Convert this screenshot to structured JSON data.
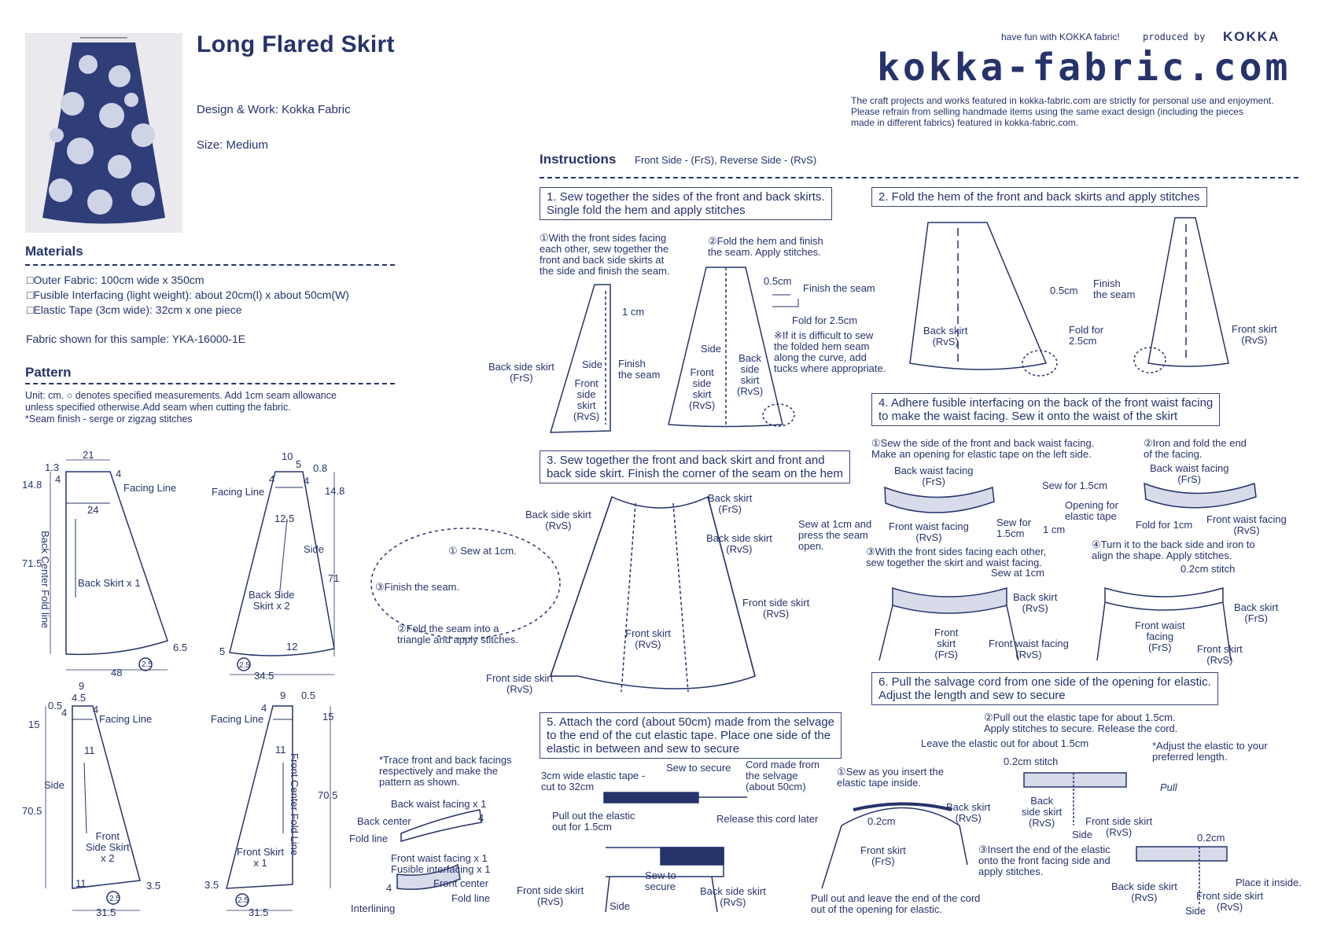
{
  "header": {
    "title": "Long Flared Skirt",
    "design": "Design & Work: Kokka Fabric",
    "size": "Size:  Medium",
    "tagline": "have fun with KOKKA fabric!",
    "produced_by": "produced by",
    "brand": "KOKKA",
    "logo": "kokka-fabric.com",
    "notice": "The craft projects and works featured in kokka-fabric.com are strictly for personal use and enjoyment.\nPlease refrain from selling handmade items using the same exact design (including the pieces\nmade in different fabrics) featured in kokka-fabric.com."
  },
  "materials": {
    "heading": "Materials",
    "items": [
      "□Outer Fabric: 100cm wide x 350cm",
      "□Fusible Interfacing (light weight): about 20cm(l) x about 50cm(W)",
      "□Elastic Tape (3cm wide): 32cm x one piece"
    ],
    "fabric_sample": "Fabric shown for this sample: YKA-16000-1E"
  },
  "pattern": {
    "heading": "Pattern",
    "note": "Unit: cm. ○ denotes specified measurements. Add 1cm seam allowance\nunless specified otherwise.Add seam when cutting the fabric.\n*Seam finish - serge or zigzag stitches",
    "back_skirt": {
      "label": "Back Skirt x 1",
      "fold": "Back Center Fold line",
      "facing": "Facing Line",
      "d21": "21",
      "d13": "1.3",
      "d4a": "4",
      "d4b": "4",
      "d148": "14.8",
      "d24": "24",
      "d715": "71.5",
      "d65": "6.5",
      "d48": "48",
      "d25": "2.5"
    },
    "back_side": {
      "label": "Back Side\nSkirt x 2",
      "facing": "Facing Line",
      "side": "Side",
      "d10": "10",
      "d5": "5",
      "d08": "0.8",
      "d4a": "4",
      "d4b": "4",
      "d148": "14.8",
      "d125": "12.5",
      "d71": "71",
      "d5b": "5",
      "d12": "12",
      "d345": "34.5",
      "d25": "2.5"
    },
    "front_side": {
      "label": "Front\nSide Skirt\nx 2",
      "facing": "Facing Line",
      "side": "Side",
      "d9": "9",
      "d45": "4.5",
      "d05": "0.5",
      "d4a": "4",
      "d4b": "4",
      "d15": "15",
      "d11": "11",
      "d705": "70.5",
      "d11b": "11",
      "d35": "3.5",
      "d315": "31.5",
      "d25": "2.5"
    },
    "front_skirt": {
      "label": "Front Skirt\nx 1",
      "facing": "Facing Line",
      "fold": "Front Center Fold Line",
      "d9": "9",
      "d05": "0.5",
      "d4": "4",
      "d15": "15",
      "d11": "11",
      "d705": "70.5",
      "d35": "3.5",
      "d315": "31.5",
      "d25": "2.5"
    },
    "facings": {
      "trace_note": "*Trace front and back facings\nrespectively and make the\npattern as shown.",
      "back_waist": "Back waist facing x 1",
      "back_center": "Back center",
      "fold_line": "Fold line",
      "d4": "4",
      "front_waist": "Front waist facing x 1\nFusible interfacing x 1",
      "front_center": "Front center",
      "fold_line2": "Fold line",
      "interlining": "Interlining",
      "d4b": "4"
    }
  },
  "instructions": {
    "heading": "Instructions",
    "legend": "Front Side - (FrS), Reverse Side - (RvS)",
    "step1": {
      "title": "1. Sew together the sides of the front and back skirts.\nSingle fold the hem and apply stitches",
      "a": "①With the front sides facing\neach other, sew together the\nfront and back side skirts at\nthe side and finish the seam.",
      "b": "②Fold the hem and finish\nthe seam. Apply stitches.",
      "one_cm": "1 cm",
      "back_side_skirt": "Back side skirt\n(FrS)",
      "side": "Side",
      "finish": "Finish\nthe seam",
      "front_side_skirt": "Front\nside\nskirt\n(RvS)",
      "side2": "Side",
      "front_side_skirt2": "Front\nside\nskirt\n(RvS)",
      "back_side_skirt2": "Back\nside\nskirt\n(RvS)",
      "half_cm": "0.5cm",
      "finish2": "Finish the seam",
      "fold25": "Fold for 2.5cm",
      "note": "※If it is difficult to sew\nthe folded hem seam\nalong the curve, add\ntucks where appropriate."
    },
    "step2": {
      "title": "2. Fold the hem of the front and back skirts and apply stitches",
      "back_skirt": "Back skirt\n(RvS)",
      "half_cm": "0.5cm",
      "finish": "Finish\nthe seam",
      "fold": "Fold for\n2.5cm",
      "front_skirt": "Front skirt\n(RvS)"
    },
    "step3": {
      "title": "3. Sew together the front and back skirt and front and\nback side skirt. Finish the corner of the seam on the hem",
      "back_side_skirt": "Back side skirt\n(RvS)",
      "back_skirt": "Back skirt\n(FrS)",
      "back_side_skirt2": "Back side skirt\n(RvS)",
      "front_side_skirt": "Front side skirt\n(RvS)",
      "front_skirt": "Front skirt\n(RvS)",
      "front_side_skirt2": "Front side skirt\n(RvS)",
      "c1": "① Sew at 1cm.",
      "c3": "③Finish the seam.",
      "c2": "②Fold the seam into a\ntriangle and apply stitches."
    },
    "step4": {
      "title": "4. Adhere fusible interfacing on the back of the front waist facing\nto make the waist facing. Sew it onto the waist of the skirt",
      "a": "①Sew the side of the front and back waist facing.\nMake an opening for elastic tape on the left side.",
      "b": "②Iron and fold the end\nof the facing.",
      "back_waist": "Back waist facing\n(FrS)",
      "sew15": "Sew for 1.5cm",
      "sew_at": "Sew at 1cm and\npress the seam\nopen.",
      "front_waist": "Front waist facing\n(RvS)",
      "sew_for": "Sew for\n1.5cm",
      "opening": "Opening for\nelastic tape",
      "one_cm": "1 cm",
      "back_waist2": "Back waist facing\n(FrS)",
      "fold1": "Fold for 1cm",
      "front_waist2": "Front waist facing\n(RvS)",
      "c": "③With the front sides facing each other,\nsew together the skirt and waist facing.",
      "d": "④Turn it to the back side and iron to\nalign the shape. Apply stitches.",
      "sew_at1": "Sew at 1cm",
      "back_skirt": "Back skirt\n(RvS)",
      "front_skirt": "Front\nskirt\n(FrS)",
      "front_waist3": "Front waist facing\n(RvS)",
      "stitch02": "0.2cm stitch",
      "back_skirt2": "Back skirt\n(FrS)",
      "front_waist4": "Front waist\nfacing\n(FrS)",
      "front_skirt2": "Front skirt\n(RvS)"
    },
    "step5": {
      "title": "5. Attach the cord (about 50cm) made from the selvage\nto the end of the cut elastic tape. Place one side of the\nelastic in between and sew to secure",
      "elastic": "3cm wide elastic tape -\ncut to 32cm",
      "sew": "Sew to secure",
      "cord": "Cord made from\nthe selvage\n(about 50cm)",
      "release": "Release this cord later",
      "pull": "Pull out the elastic\nout for 1.5cm",
      "sew2": "Sew to\nsecure",
      "front_side": "Front side skirt\n(RvS)",
      "back_side": "Back side skirt\n(RvS)",
      "side": "Side"
    },
    "step6": {
      "title": "6. Pull the salvage cord from one side of the opening for elastic.\nAdjust the length and sew to secure",
      "b": "②Pull out the elastic tape for about 1.5cm.\nApply stitches to secure. Release the cord.",
      "leave": "Leave the elastic out for about 1.5cm",
      "adjust": "*Adjust the elastic to your\npreferred length.",
      "a": "①Sew as you insert the\nelastic tape inside.",
      "stitch": "0.2cm stitch",
      "back_skirt": "Back skirt\n(RvS)",
      "d02": "0.2cm",
      "front_skirt": "Front skirt\n(FrS)",
      "back_side": "Back\nside skirt\n(RvS)",
      "side": "Side",
      "front_side": "Front side skirt\n(RvS)",
      "pull": "Pull",
      "pull_out": "Pull out and leave the end of the cord\nout of the opening for elastic.",
      "c": "③Insert the end of the elastic\nonto the front facing side and\napply stitches.",
      "d02b": "0.2cm",
      "back_side2": "Back side skirt\n(RvS)",
      "place": "Place it inside.",
      "front_side2": "Front side skirt\n(RvS)",
      "side2": "Side"
    }
  }
}
